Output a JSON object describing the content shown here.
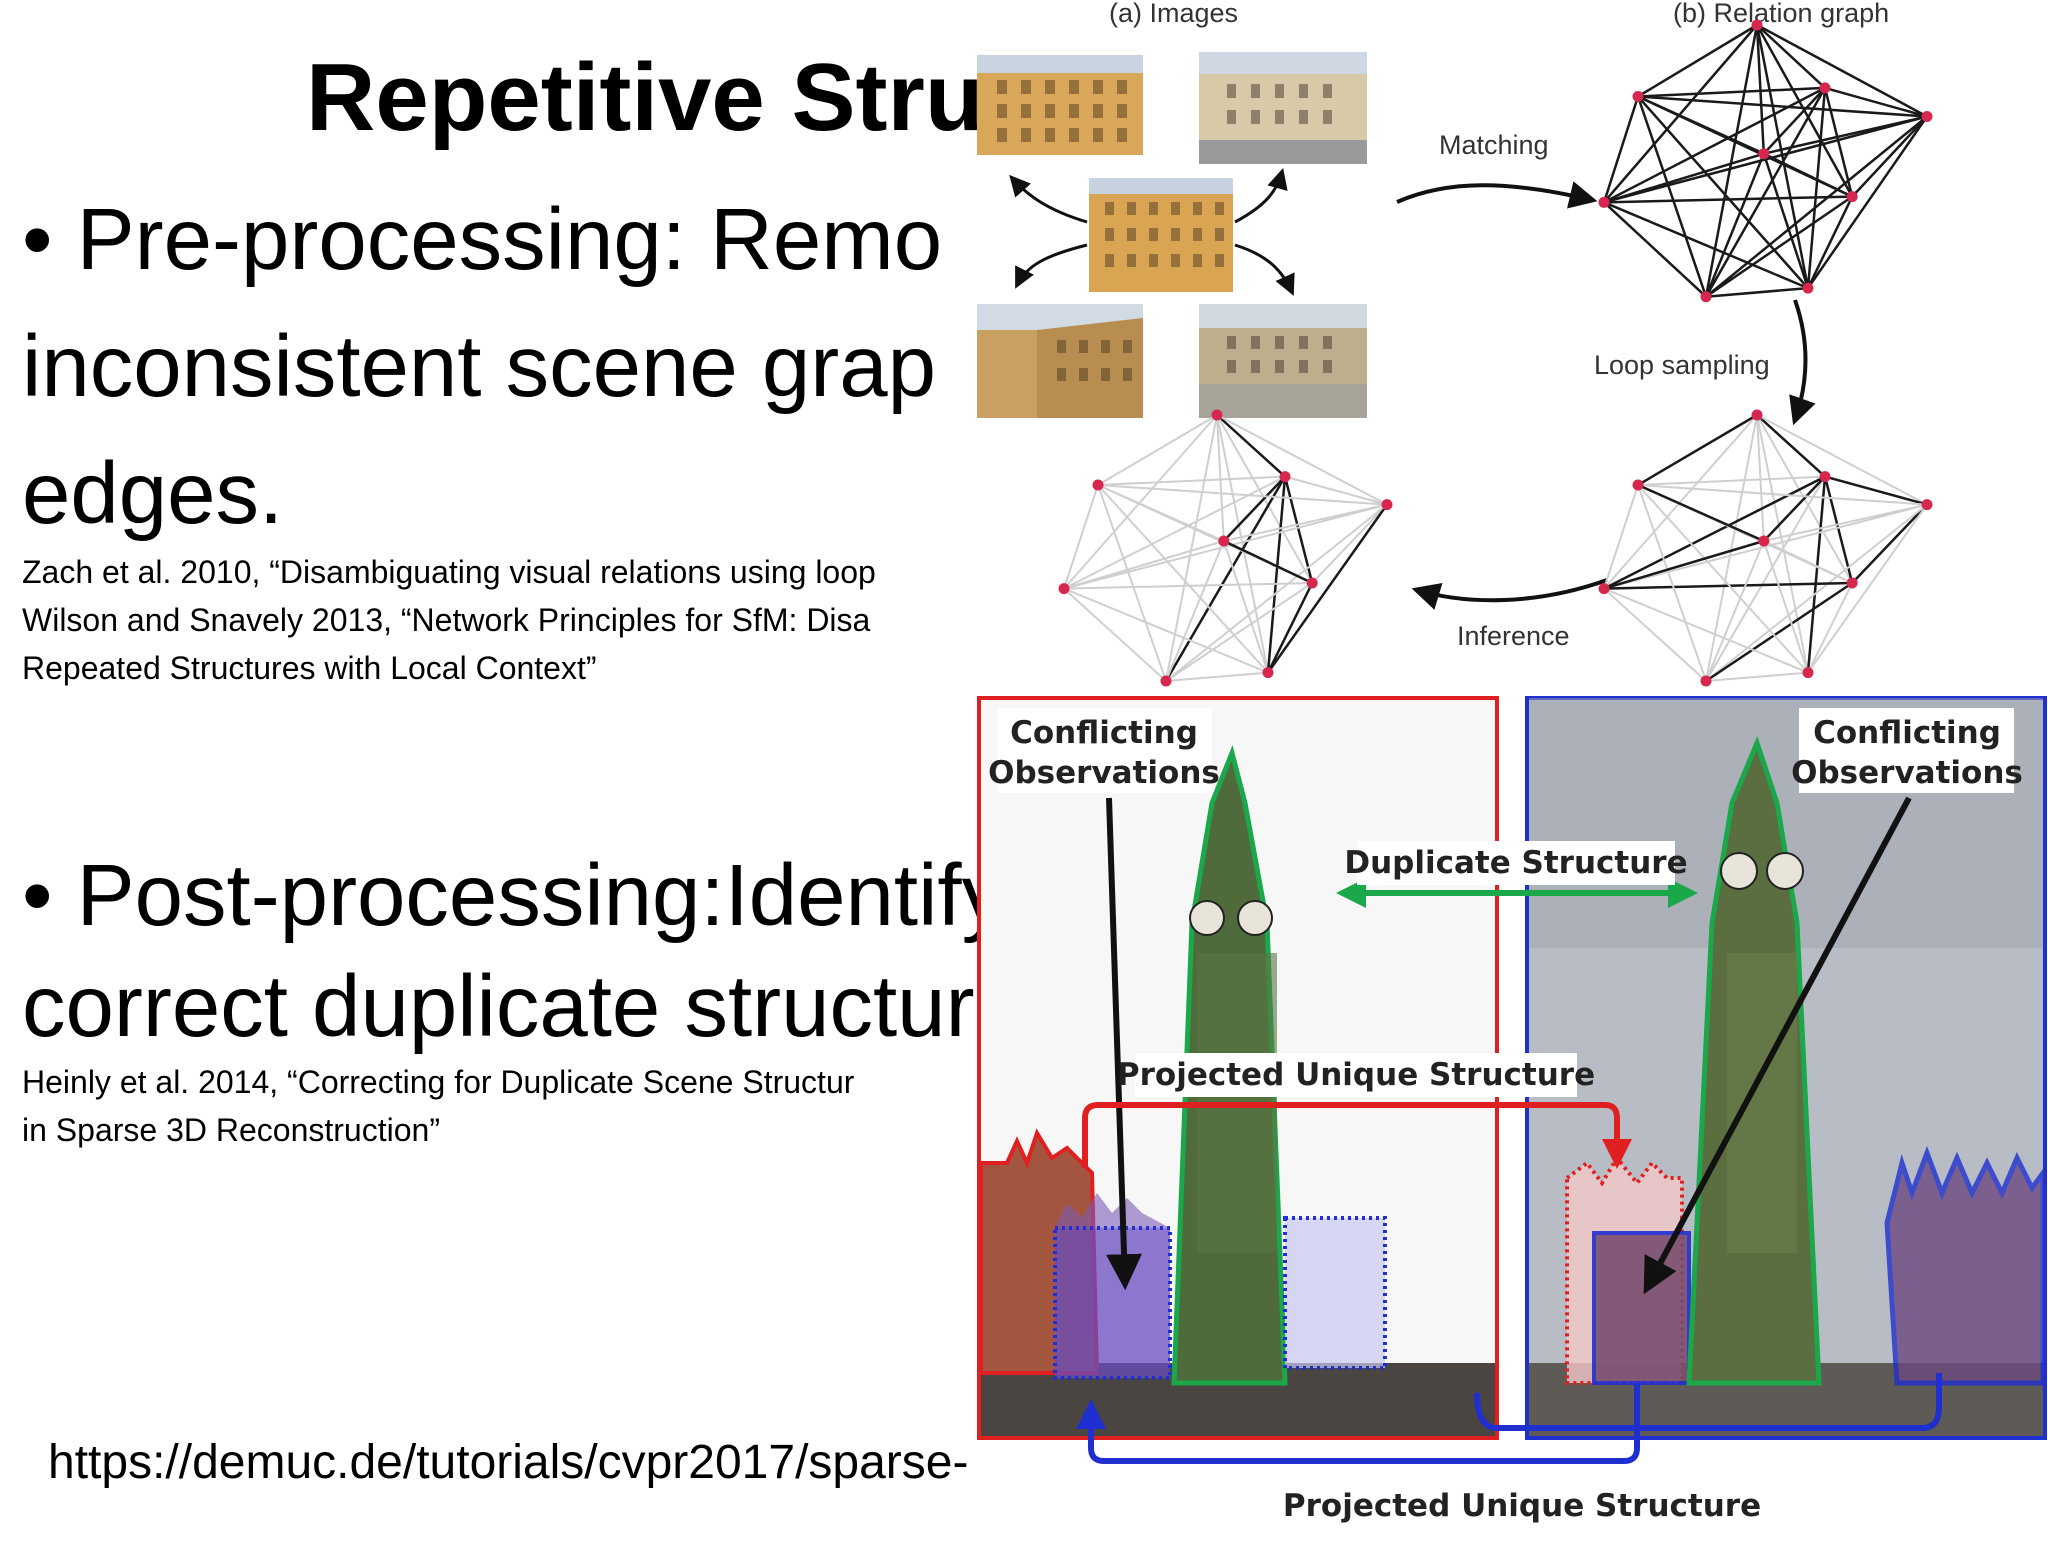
{
  "slide": {
    "title": "Repetitive Stru",
    "bullet1": {
      "lines": [
        "• Pre-processing: Remo",
        "inconsistent scene grap",
        "edges."
      ],
      "refs": [
        "Zach et al. 2010, “Disambiguating visual relations using loop",
        "Wilson and Snavely 2013, “Network Principles for SfM: Disa",
        "Repeated Structures with Local Context”"
      ]
    },
    "bullet2": {
      "lines": [
        "• Post-processing:Identify",
        "correct duplicate structure"
      ],
      "refs": [
        "Heinly et al. 2014, “Correcting for Duplicate Scene  Structur",
        " in Sparse 3D Reconstruction”"
      ]
    },
    "url": "https://demuc.de/tutorials/cvpr2017/sparse-"
  },
  "figure_top": {
    "caption_images": "(a) Images",
    "caption_graph": "(b) Relation graph",
    "label_matching": "Matching",
    "label_loop_sampling": "Loop sampling",
    "label_inference": "Inference",
    "node_color": "#d6284f"
  },
  "figure_bottom": {
    "label_conflicting_left": [
      "Conflicting",
      "Observations"
    ],
    "label_conflicting_right": [
      "Conflicting",
      "Observations"
    ],
    "label_duplicate": "Duplicate Structure",
    "label_projected_top": "Projected Unique Structure",
    "label_projected_bottom": "Projected Unique Structure",
    "colors": {
      "red": "#e02020",
      "blue": "#1f2fd0",
      "green": "#1aa84a"
    }
  }
}
